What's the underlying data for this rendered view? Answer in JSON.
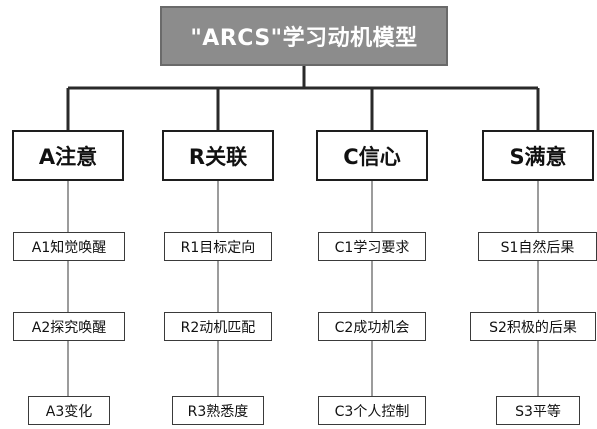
{
  "title": "\"ARCS\"学习动机模型",
  "categories": [
    {
      "label": "A注意",
      "items": [
        "A1知觉唤醒",
        "A2探究唤醒",
        "A3变化"
      ]
    },
    {
      "label": "R关联",
      "items": [
        "R1目标定向",
        "R2动机匹配",
        "R3熟悉度"
      ]
    },
    {
      "label": "C信心",
      "items": [
        "C1学习要求",
        "C2成功机会",
        "C3个人控制"
      ]
    },
    {
      "label": "S满意",
      "items": [
        "S1自然后果",
        "S2积极的后果",
        "S3平等"
      ]
    }
  ],
  "colors": {
    "title_fill": "#8c8c8c",
    "title_text": "#ffffff",
    "line": "#2a2a2a"
  }
}
